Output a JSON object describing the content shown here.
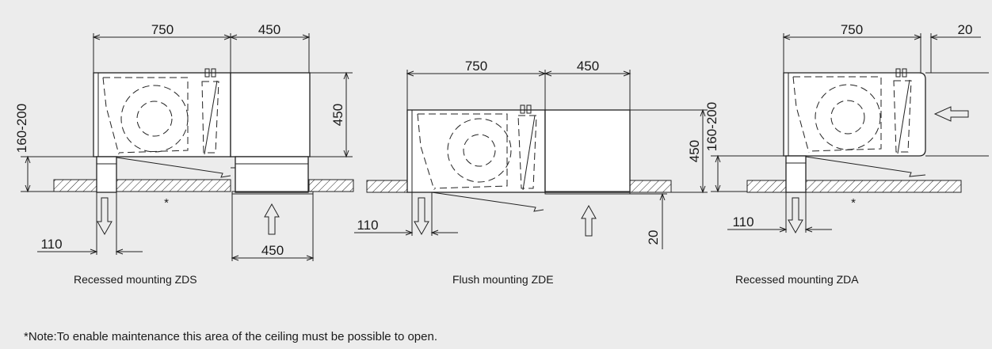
{
  "panels": [
    {
      "caption": "Recessed mounting ZDS",
      "dims": {
        "unit_width": "750",
        "plenum_width": "450",
        "unit_height": "450",
        "height_range": "160-200",
        "outlet": "110",
        "inlet": "450"
      },
      "note_marker": "*"
    },
    {
      "caption": "Flush mounting ZDE",
      "dims": {
        "unit_width": "750",
        "plenum_width": "450",
        "unit_height": "450",
        "outlet": "110",
        "frame": "20"
      }
    },
    {
      "caption": "Recessed mounting ZDA",
      "dims": {
        "unit_width": "750",
        "gap": "20",
        "height_range": "160-200",
        "outlet": "110"
      },
      "note_marker": "*"
    }
  ],
  "footnote": "*Note:To enable maintenance this area of the ceiling must be possible to open.",
  "colors": {
    "background": "#ececec",
    "line": "#222222",
    "fill": "#ffffff"
  },
  "icons": [
    "arrow-down-icon",
    "arrow-up-icon",
    "arrow-left-icon",
    "fan-icon",
    "hatched-ceiling-icon"
  ]
}
